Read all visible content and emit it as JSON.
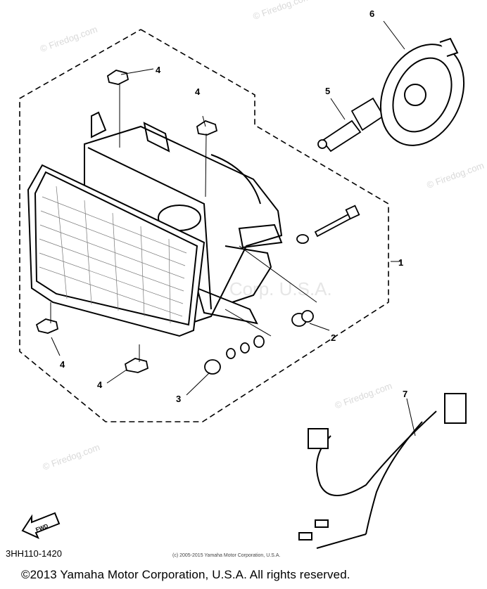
{
  "diagram": {
    "part_number_code": "3HH110-1420",
    "fwd_label": "FWD",
    "callouts": [
      {
        "id": "1",
        "label": "1"
      },
      {
        "id": "2",
        "label": "2"
      },
      {
        "id": "3",
        "label": "3"
      },
      {
        "id": "4a",
        "label": "4"
      },
      {
        "id": "4b",
        "label": "4"
      },
      {
        "id": "4c",
        "label": "4"
      },
      {
        "id": "4d",
        "label": "4"
      },
      {
        "id": "5",
        "label": "5"
      },
      {
        "id": "6",
        "label": "6"
      },
      {
        "id": "7",
        "label": "7"
      }
    ],
    "inline_copyright": "(c) 2005-2015 Yamaha Motor Corporation, U.S.A.",
    "watermark_firedog": "© Firedog.com",
    "watermark_yamaha": "Yamaha Motor Corp. U.S.A."
  },
  "footer": {
    "copyright": "©2013 Yamaha Motor Corporation, U.S.A. All rights reserved."
  }
}
